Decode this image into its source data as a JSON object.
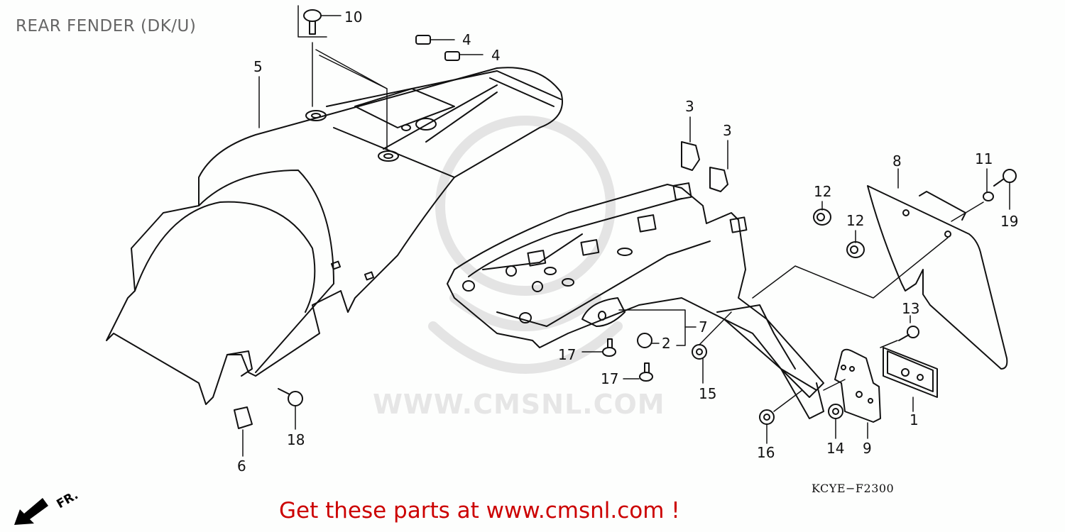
{
  "title": "REAR FENDER (DK/U)",
  "diagram_code": "KCYE−F2300",
  "promo_text": "Get these parts at www.cmsnl.com !",
  "watermark_text": "WWW.CMSNL.COM",
  "direction_indicator": {
    "label": "FR.",
    "icon": "front-arrow-icon"
  },
  "colors": {
    "promo": "#cc0000",
    "title": "#666666",
    "lines": "#111111",
    "watermark": "#e6e6e6"
  },
  "callouts": [
    {
      "id": "c10",
      "number": "10",
      "part": "screw"
    },
    {
      "id": "c4a",
      "number": "4",
      "part": "clip-nut"
    },
    {
      "id": "c4b",
      "number": "4",
      "part": "clip-nut"
    },
    {
      "id": "c5",
      "number": "5",
      "part": "rear-fender"
    },
    {
      "id": "c3a",
      "number": "3",
      "part": "clip"
    },
    {
      "id": "c3b",
      "number": "3",
      "part": "clip"
    },
    {
      "id": "c8",
      "number": "8",
      "part": "license-plate-bracket"
    },
    {
      "id": "c11",
      "number": "11",
      "part": "washer"
    },
    {
      "id": "c12a",
      "number": "12",
      "part": "rubber-grommet"
    },
    {
      "id": "c12b",
      "number": "12",
      "part": "rubber-grommet"
    },
    {
      "id": "c19",
      "number": "19",
      "part": "bolt"
    },
    {
      "id": "c7",
      "number": "7",
      "part": "inner-fender-assembly"
    },
    {
      "id": "c2",
      "number": "2",
      "part": "collar"
    },
    {
      "id": "c13",
      "number": "13",
      "part": "screw"
    },
    {
      "id": "c17a",
      "number": "17",
      "part": "bolt"
    },
    {
      "id": "c17b",
      "number": "17",
      "part": "bolt"
    },
    {
      "id": "c15",
      "number": "15",
      "part": "nut"
    },
    {
      "id": "c1",
      "number": "1",
      "part": "reflector"
    },
    {
      "id": "c18",
      "number": "18",
      "part": "bolt"
    },
    {
      "id": "c6",
      "number": "6",
      "part": "clip-nut"
    },
    {
      "id": "c16",
      "number": "16",
      "part": "nut"
    },
    {
      "id": "c14",
      "number": "14",
      "part": "nut"
    },
    {
      "id": "c9",
      "number": "9",
      "part": "reflector-bracket"
    }
  ]
}
